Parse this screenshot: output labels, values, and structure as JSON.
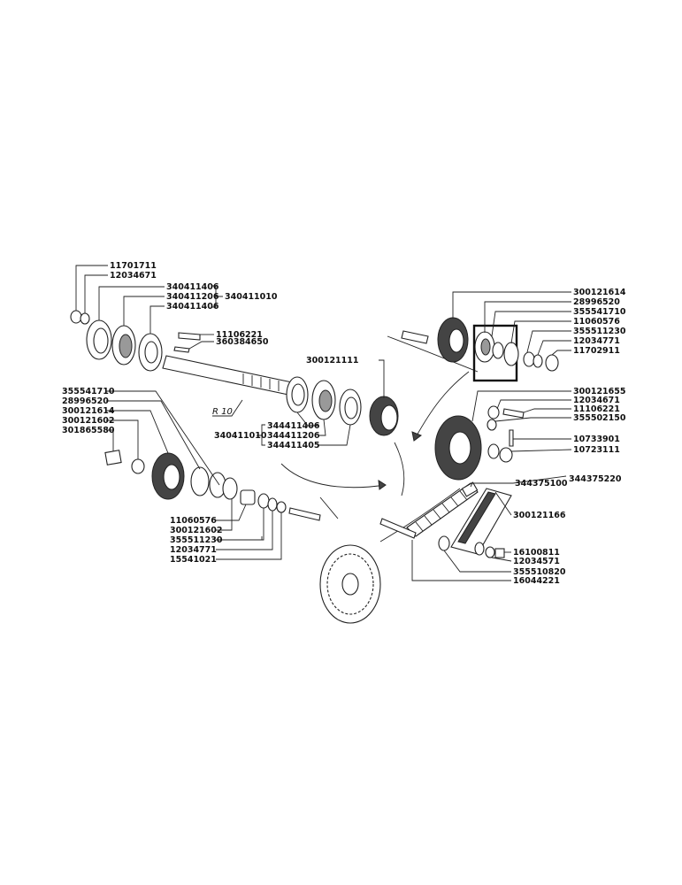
{
  "labels": {
    "l11701711": "11701711",
    "l12034671a": "12034671",
    "l340411406a": "340411406",
    "l340411206a": "340411206",
    "l340411010a": "340411010",
    "l340411406b": "340411406",
    "l11106221a": "11106221",
    "l360384650": "360384650",
    "lR10": "R 10",
    "l300121111": "300121111",
    "l344411406": "344411406",
    "l344411206": "344411206",
    "l340411010b": "340411010",
    "l344411405": "344411405",
    "l355541710a": "355541710",
    "l28996520a": "28996520",
    "l300121614a": "300121614",
    "l300121602a": "300121602",
    "l301865580": "301865580",
    "l11060576a": "11060576",
    "l300121602b": "300121602",
    "l355511230a": "355511230",
    "l12034771a": "12034771",
    "l15541021": "15541021",
    "l300121614b": "300121614",
    "l28996520b": "28996520",
    "l355541710b": "355541710",
    "l11060576b": "11060576",
    "l355511230b": "355511230",
    "l12034771b": "12034771",
    "l11702911": "11702911",
    "l300121655": "300121655",
    "l12034671b": "12034671",
    "l11106221b": "11106221",
    "l355502150": "355502150",
    "l10733901": "10733901",
    "l10723111": "10723111",
    "l344375100": "344375100",
    "l344375220": "344375220",
    "l300121166": "300121166",
    "l16100811": "16100811",
    "l12034571": "12034571",
    "l355510820": "355510820",
    "l16044221": "16044221"
  }
}
